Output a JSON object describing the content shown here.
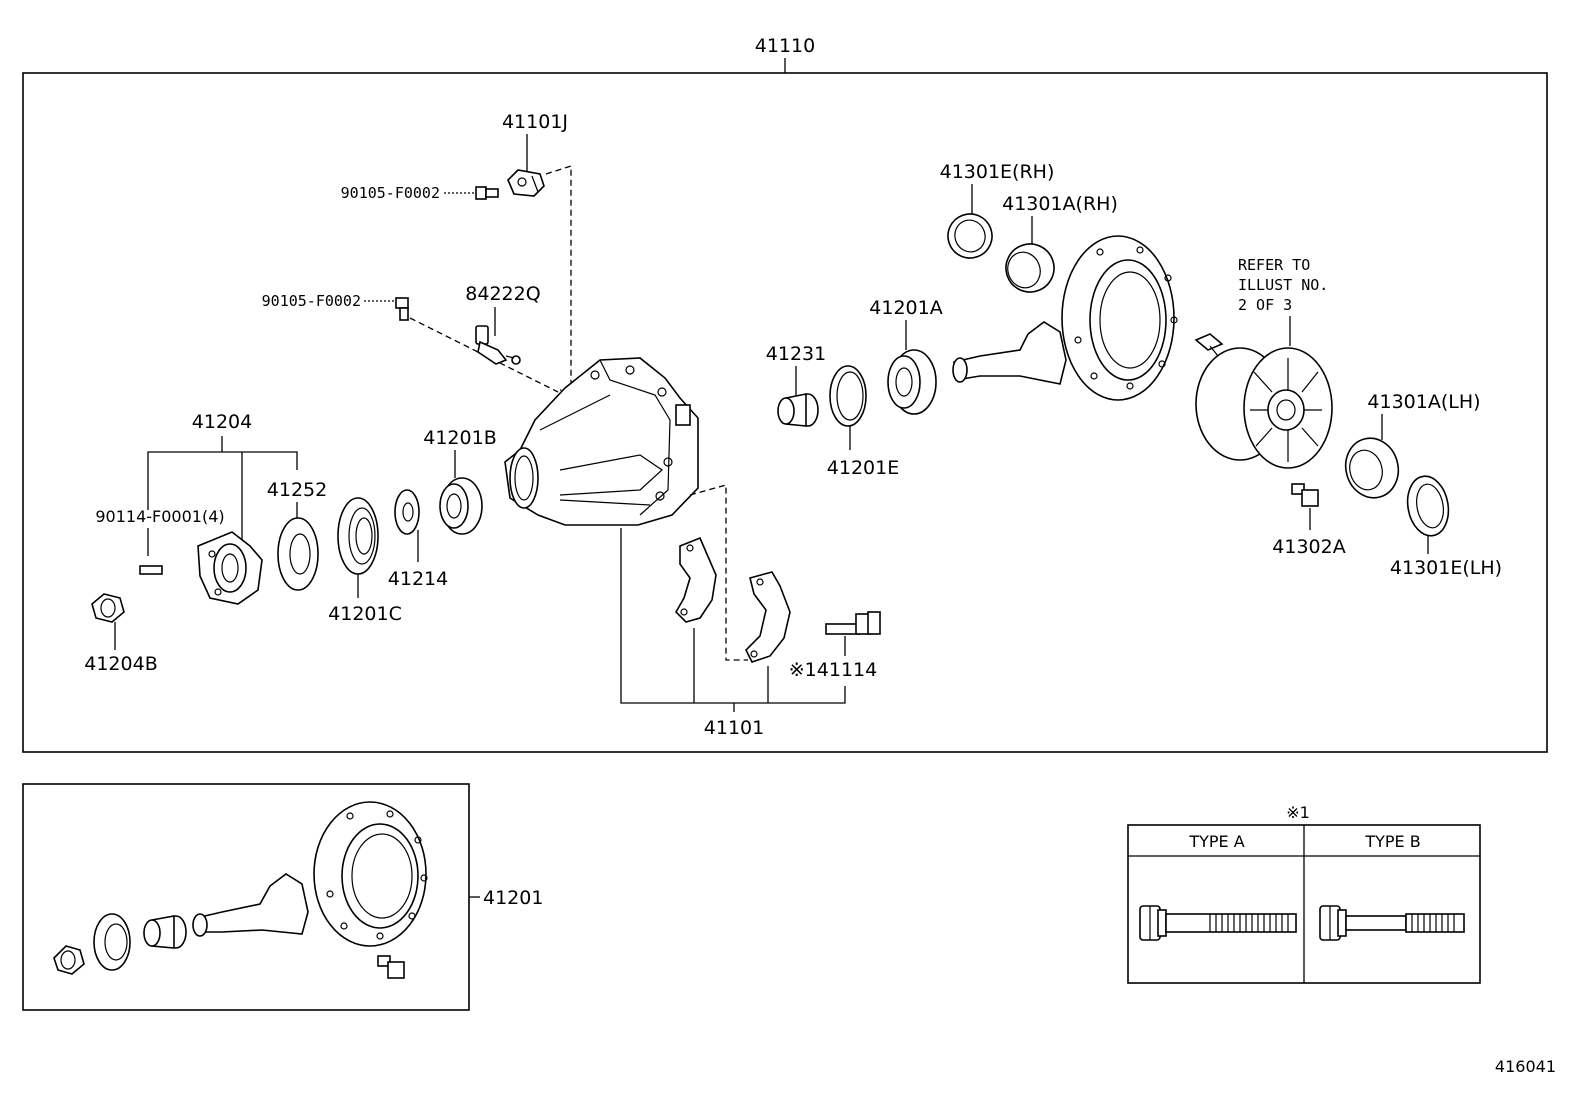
{
  "assembly_label": "41110",
  "subassembly_label": "41201",
  "figure_id": "416041",
  "refer_note": [
    "REFER TO",
    "ILLUST NO.",
    "2 OF 3"
  ],
  "note_mark": "※1",
  "type_table": {
    "col_a": "TYPE A",
    "col_b": "TYPE B"
  },
  "parts": {
    "p41101J": "41101J",
    "p90105_top": "90105-F0002",
    "p90105_mid": "90105-F0002",
    "p84222Q": "84222Q",
    "p41204": "41204",
    "p90114": "90114-F0001(4)",
    "p41252": "41252",
    "p41204B": "41204B",
    "p41201C": "41201C",
    "p41214": "41214",
    "p41201B": "41201B",
    "p41101": "41101",
    "p41114": "※141114",
    "p41231": "41231",
    "p41201E": "41201E",
    "p41201A": "41201A",
    "p41301E_RH": "41301E(RH)",
    "p41301A_RH": "41301A(RH)",
    "p41301A_LH": "41301A(LH)",
    "p41302A": "41302A",
    "p41301E_LH": "41301E(LH)"
  },
  "icons": [
    "bolt-icon",
    "sensor-icon",
    "companion-flange-icon",
    "oil-seal-icon",
    "bearing-icon",
    "spacer-icon",
    "differential-carrier-icon",
    "ring-gear-pinion-icon",
    "differential-case-icon",
    "bearing-cap-icon",
    "nut-icon"
  ]
}
